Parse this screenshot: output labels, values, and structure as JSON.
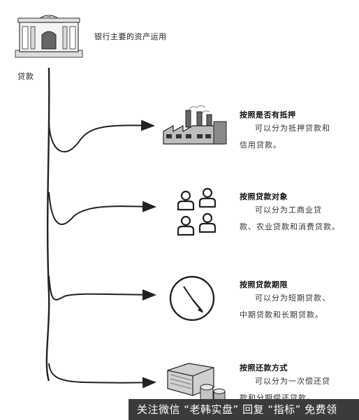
{
  "title": "银行主要的资产运用",
  "root_label": "贷款",
  "icons": [
    "bank-icon",
    "factory-icon",
    "people-icon",
    "clock-icon",
    "money-stack-icon"
  ],
  "branches": [
    {
      "heading": "按照是否有抵押",
      "lines": [
        "可以分为抵押贷款和",
        "信用贷款。"
      ]
    },
    {
      "heading": "按照贷款对象",
      "lines": [
        "可以分为工商业贷",
        "款、农业贷款和消费贷款。"
      ]
    },
    {
      "heading": "按照贷款期限",
      "lines": [
        "可以分为短期贷款、",
        "中期贷款和长期贷款。"
      ]
    },
    {
      "heading": "按照还款方式",
      "lines": [
        "可以分为一次偿还贷",
        "款和分期偿还贷款。"
      ]
    }
  ],
  "watermark": "关注微信 “老韩实盘” 回复 “指标” 免费领"
}
